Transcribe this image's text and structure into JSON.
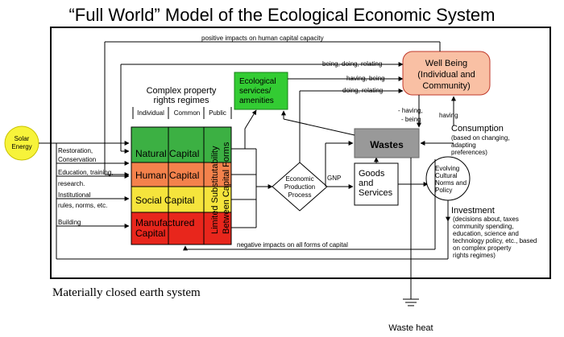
{
  "title": "“Full World” Model of the Ecological Economic System",
  "boundary_label": "Materially closed earth system",
  "waste_heat": "Waste heat",
  "solar": [
    "Solar",
    "Energy"
  ],
  "inputs": {
    "restoration": "Restoration,",
    "conservation": "Conservation",
    "education": "Education, training,",
    "research": "research.",
    "institutional": "Institutional",
    "rules": "rules, norms, etc.",
    "building": "Building"
  },
  "property": {
    "title1": "Complex property",
    "title2": "rights regimes",
    "individual": "Individual",
    "common": "Common",
    "public": "Public"
  },
  "capitals": {
    "natural": "Natural Capital",
    "human": "Human Capital",
    "social": "Social Capital",
    "manufactured1": "Manufactured",
    "manufactured2": "Capital",
    "substitutability1": "Limited Substitutability",
    "substitutability2": "Between Capital Forms"
  },
  "eco_services": [
    "Ecological",
    "services/",
    "amenities"
  ],
  "production": [
    "Economic",
    "Production",
    "Process"
  ],
  "gnp": "GNP",
  "goods": [
    "Goods",
    "and",
    "Services"
  ],
  "wastes": "Wastes",
  "wellbeing": [
    "Well Being",
    "(Individual and",
    "Community)"
  ],
  "arrows": {
    "positive": "positive impacts on human capital capacity",
    "negative": "negative impacts on all forms of capital",
    "being_doing": "being, doing, relating",
    "having_being": "having, being",
    "doing_relating": "doing, relating",
    "having_dash": "- having,",
    "being_dash": "- being",
    "having": "having"
  },
  "consumption": {
    "title": "Consumption",
    "desc": [
      "(based on changing,",
      "adapting",
      "preferences)"
    ]
  },
  "culture": [
    "Evolving",
    "Cultural",
    "Norms and",
    "Policy"
  ],
  "investment": {
    "title": "Investment",
    "desc": [
      "(decisions about, taxes",
      "community spending,",
      "education, science and",
      "technology  policy, etc., based",
      "on complex property",
      "rights regimes)"
    ]
  },
  "colors": {
    "natural": "#3cb043",
    "human": "#f4824c",
    "social": "#f5e43c",
    "manufactured": "#e8261c",
    "eco": "#33cc33",
    "wellbeing": "#f9c0a4",
    "wastes": "#999999",
    "solar": "#f7f33a"
  }
}
